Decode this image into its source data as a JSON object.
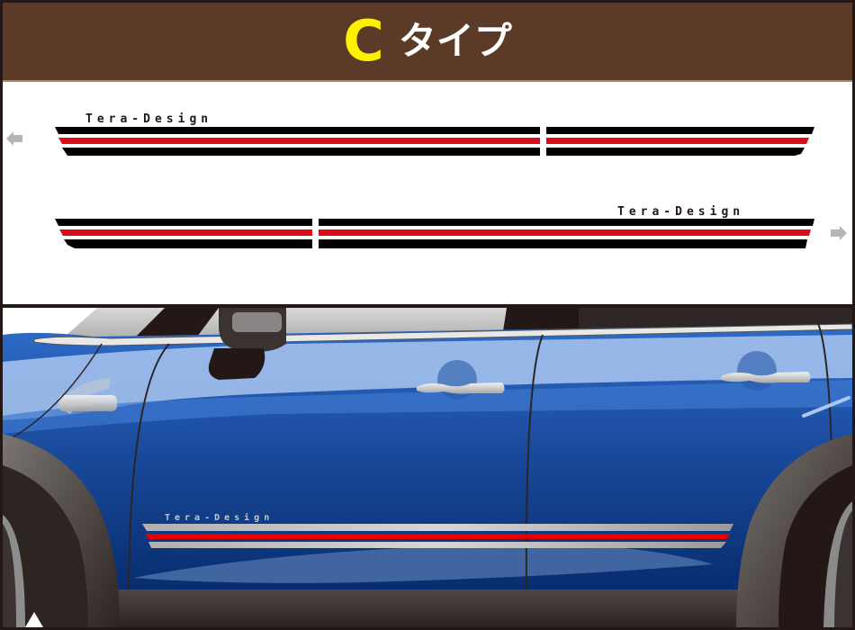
{
  "header": {
    "type_letter": "C",
    "type_word": "タイプ",
    "background_color": "#5b3a28",
    "letter_color": "#fff200"
  },
  "diagram": {
    "brand_text": "Tera-Design",
    "stripe_colors": {
      "outer": "#000000",
      "middle": "#dc0b19"
    },
    "left_side": {
      "arrow_icon": "arrow-left-icon",
      "label": "Tera-Design"
    },
    "right_side": {
      "arrow_icon": "arrow-right-icon",
      "label": "Tera-Design"
    }
  },
  "car_illustration": {
    "body_color": "#1d4fa0",
    "decal_text": "Tera-Design",
    "decal_colors": {
      "outer": "#c8c8c8",
      "middle": "#e00000"
    }
  }
}
